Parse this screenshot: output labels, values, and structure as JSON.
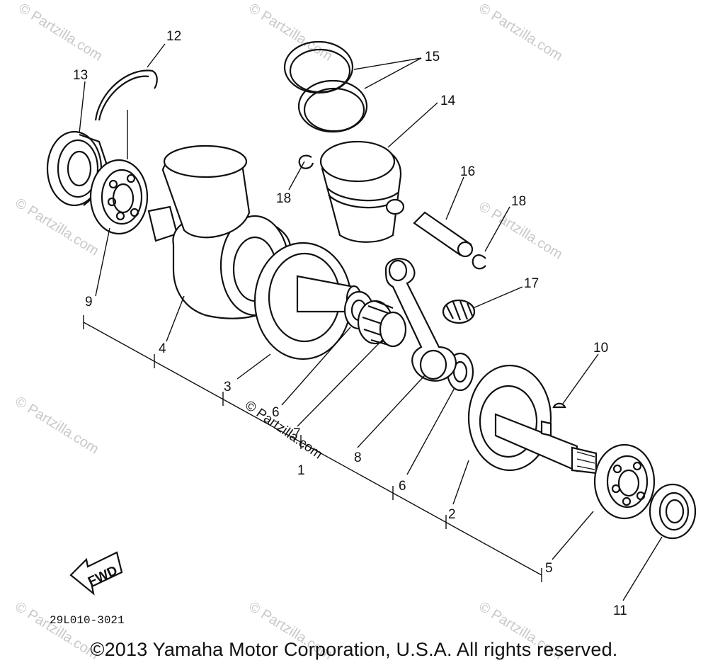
{
  "watermark": "© Partzilla.com",
  "center_watermark": "© Partzilla.com",
  "callouts": {
    "c1": "1",
    "c2": "2",
    "c3": "3",
    "c4": "4",
    "c5": "5",
    "c6a": "6",
    "c6b": "6",
    "c7": "7",
    "c8": "8",
    "c9": "9",
    "c10": "10",
    "c11": "11",
    "c12": "12",
    "c13": "13",
    "c14": "14",
    "c15": "15",
    "c16": "16",
    "c17": "17",
    "c18a": "18",
    "c18b": "18"
  },
  "fwd_label": "FWD",
  "diagram_code": "29L010-3021",
  "copyright": "©2013 Yamaha Motor Corporation, U.S.A. All rights reserved."
}
